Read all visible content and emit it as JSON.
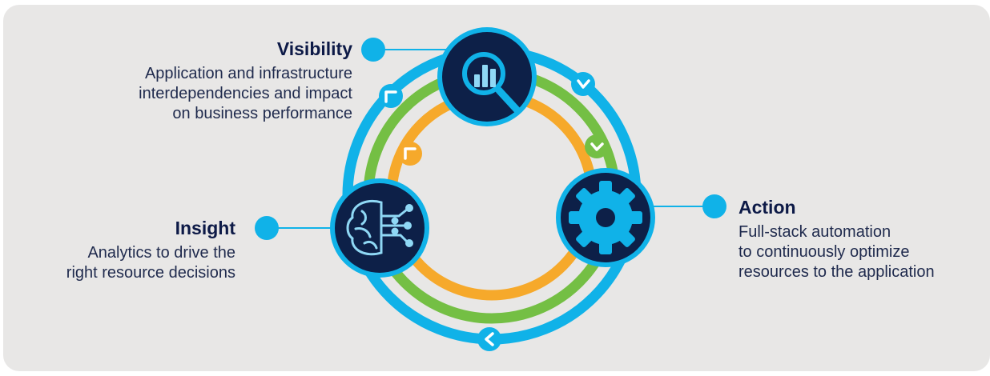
{
  "visibility": {
    "title": "Visibility",
    "description_lines": [
      "Application and infrastructure",
      "interdependencies and impact",
      "on business performance"
    ]
  },
  "insight": {
    "title": "Insight",
    "description_lines": [
      "Analytics to drive the",
      "right resource decisions"
    ]
  },
  "action": {
    "title": "Action",
    "description_lines": [
      "Full-stack automation",
      "to continuously optimize",
      "resources to the application"
    ]
  },
  "colors": {
    "background": "#e8e7e6",
    "ring_outer": "#10b2e8",
    "ring_middle": "#74bf44",
    "ring_inner": "#f6a92b",
    "node_fill": "#0d2048",
    "accent": "#10b2e8",
    "text_dark": "#0d1a47"
  },
  "icons": {
    "visibility": "analytics-magnifier-icon",
    "insight": "brain-circuit-icon",
    "action": "gear-icon"
  }
}
